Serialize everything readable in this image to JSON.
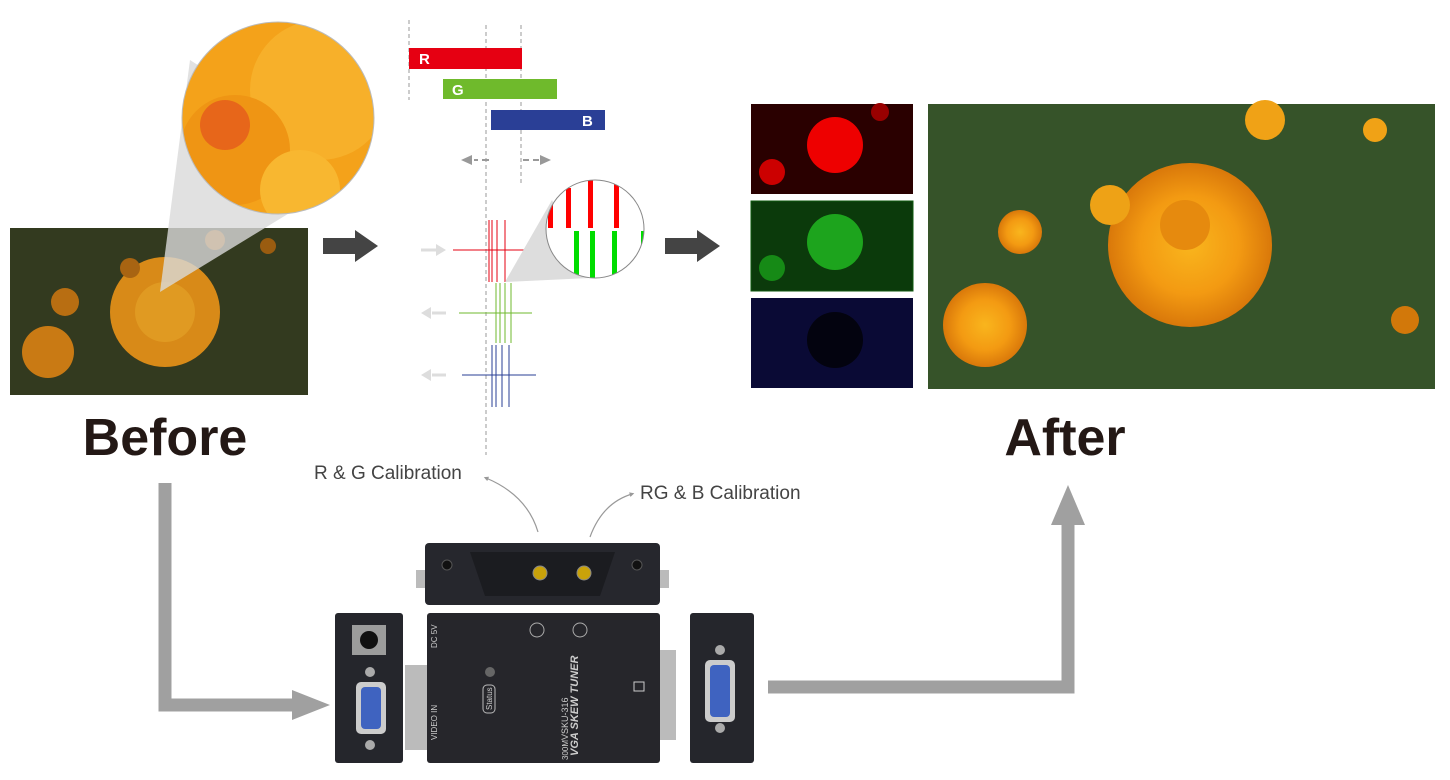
{
  "labels": {
    "before": "Before",
    "after": "After"
  },
  "calibration": {
    "rg": "R & G Calibration",
    "rgb": "RG & B Calibration"
  },
  "bars": [
    {
      "label": "R",
      "color": "#e60012"
    },
    {
      "label": "G",
      "color": "#6fba2c"
    },
    {
      "label": "B",
      "color": "#2a3f96"
    }
  ],
  "device": {
    "model": "VSKU-316",
    "name": "VGA SKEW TUNER",
    "length": "300M",
    "status": "Status",
    "video_in": "VIDEO IN",
    "power": "DC 5V"
  }
}
